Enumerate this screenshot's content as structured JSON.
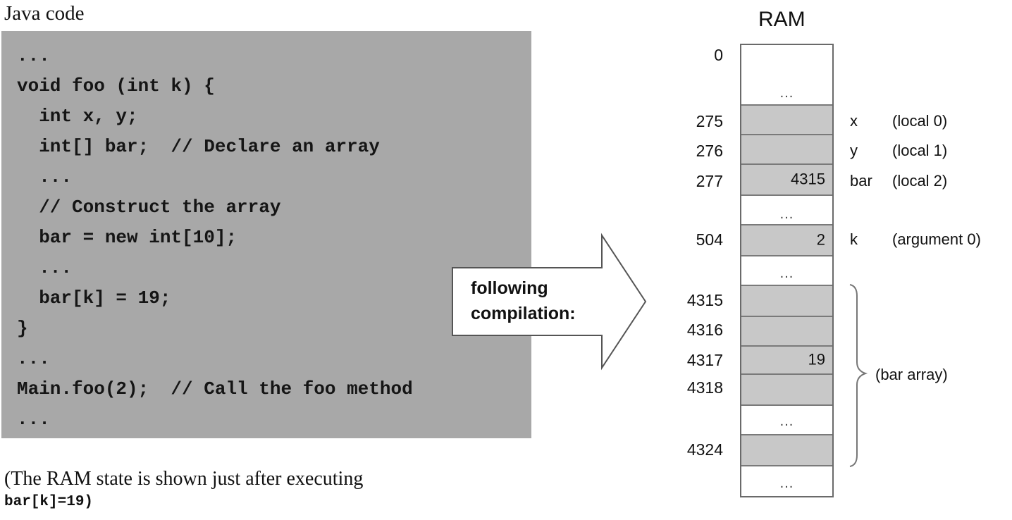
{
  "code": {
    "title": "Java code",
    "lines": [
      "...",
      "void foo (int k) {",
      "  int x, y;",
      "  int[] bar;  // Declare an array",
      "  ...",
      "  // Construct the array",
      "  bar = new int[10];",
      "  ...",
      "  bar[k] = 19;",
      "}",
      "...",
      "Main.foo(2);  // Call the foo method",
      "..."
    ],
    "caption_line1": "(The RAM state is shown just after executing",
    "caption_line2": "bar[k]=19)"
  },
  "arrow": {
    "line1": "following",
    "line2": "compilation:"
  },
  "ram": {
    "title": "RAM",
    "ellipsis": "...",
    "rows": [
      {
        "address": "0",
        "value": "",
        "shaded": false
      },
      {
        "address": "275",
        "value": "",
        "shaded": true,
        "var": "x",
        "desc": "(local 0)"
      },
      {
        "address": "276",
        "value": "",
        "shaded": true,
        "var": "y",
        "desc": "(local 1)"
      },
      {
        "address": "277",
        "value": "4315",
        "shaded": true,
        "var": "bar",
        "desc": "(local 2)"
      },
      {
        "address": "504",
        "value": "2",
        "shaded": true,
        "var": "k",
        "desc": "(argument 0)"
      },
      {
        "address": "4315",
        "value": "",
        "shaded": true
      },
      {
        "address": "4316",
        "value": "",
        "shaded": true
      },
      {
        "address": "4317",
        "value": "19",
        "shaded": true
      },
      {
        "address": "4318",
        "value": "",
        "shaded": true
      },
      {
        "address": "4324",
        "value": "",
        "shaded": true
      }
    ],
    "bar_array_label": "(bar array)"
  }
}
